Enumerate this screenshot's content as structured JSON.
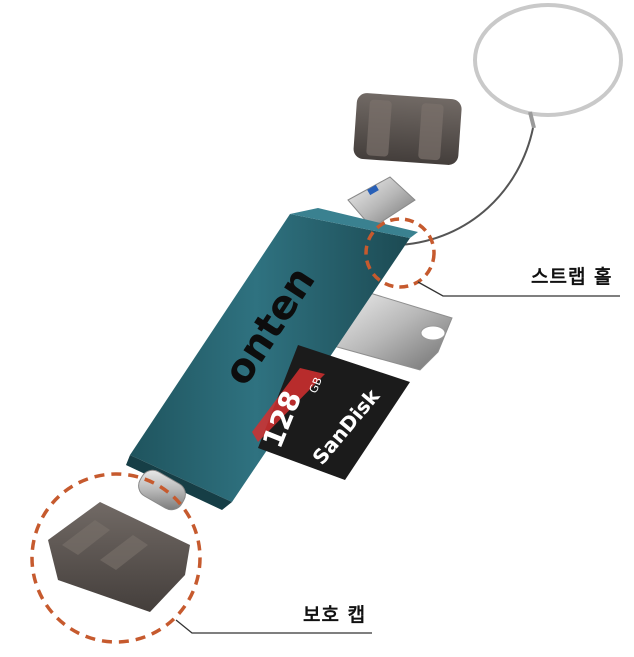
{
  "callouts": {
    "strap_hole": "스트랩 홀",
    "protective_cap": "보호 캡"
  },
  "device": {
    "brand_text": "onten"
  },
  "sd_card": {
    "capacity": "128",
    "unit": "GB",
    "brand": "SanDisk"
  },
  "colors": {
    "body": "#2a6672",
    "highlight": "#c65a2e",
    "cap": "#4a4340"
  }
}
